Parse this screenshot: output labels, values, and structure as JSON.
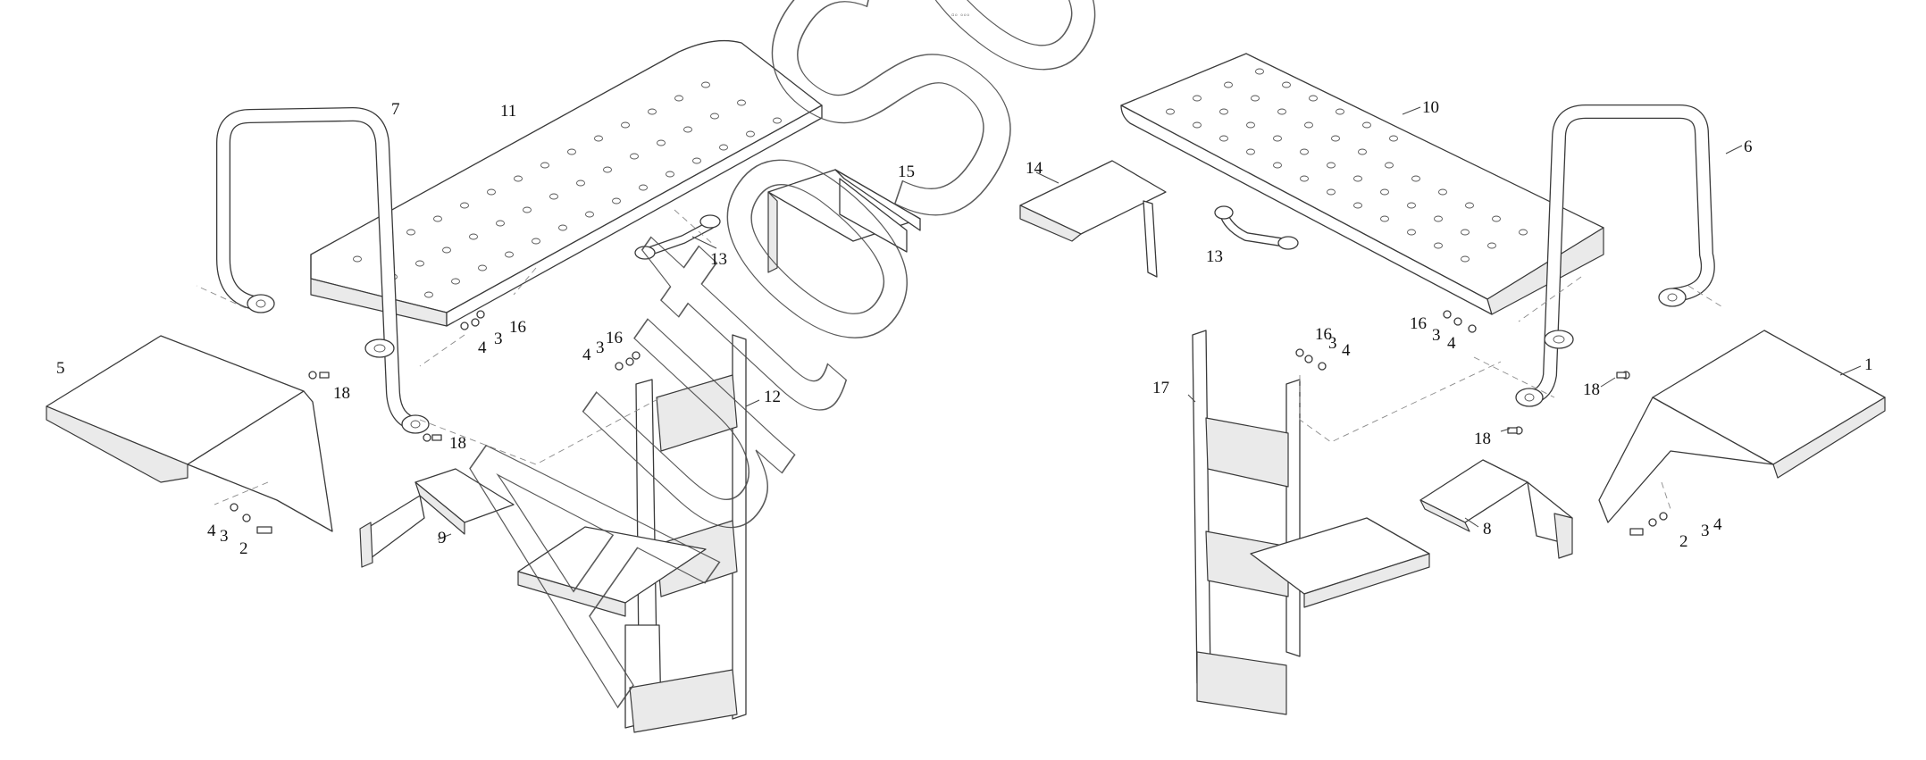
{
  "header": {
    "page_indicator": "▫◦ ◦◦◦"
  },
  "watermark": {
    "text": "AutoSoft"
  },
  "callouts": [
    "7",
    "11",
    "15",
    "5",
    "18",
    "18",
    "16",
    "3",
    "4",
    "4",
    "3",
    "2",
    "9",
    "13",
    "4",
    "3",
    "16",
    "12",
    "14",
    "13",
    "10",
    "6",
    "16",
    "3",
    "4",
    "18",
    "18",
    "16",
    "3",
    "4",
    "17",
    "1",
    "8",
    "4",
    "3",
    "2"
  ],
  "legend_title": ""
}
